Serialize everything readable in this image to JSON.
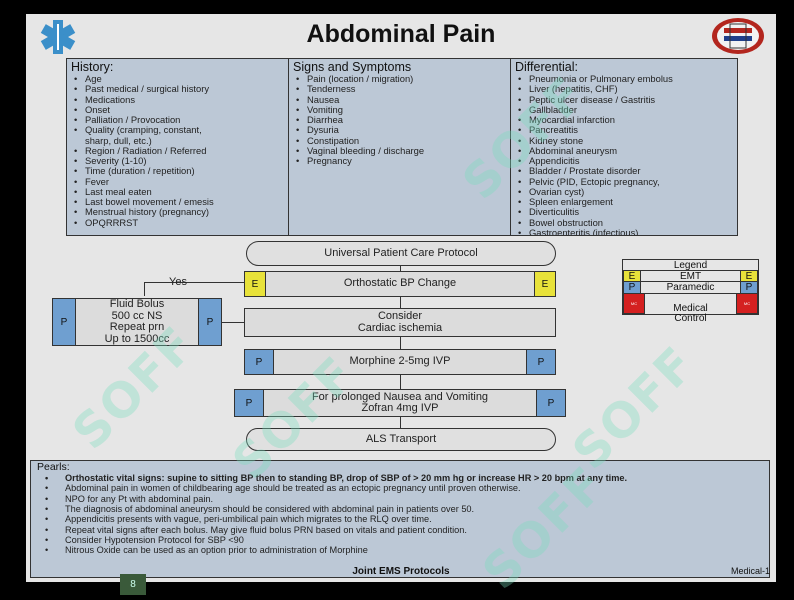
{
  "title": "Abdominal Pain",
  "history": {
    "heading": "History:",
    "items": [
      "Age",
      "Past medical / surgical history",
      "Medications",
      "Onset",
      "Palliation / Provocation",
      "Quality (cramping, constant,\nsharp, dull, etc.)",
      "Region / Radiation / Referred",
      "Severity (1-10)",
      "Time (duration / repetition)",
      "Fever",
      "Last meal eaten",
      "Last bowel movement / emesis",
      "Menstrual history (pregnancy)",
      "OPQRRRST"
    ]
  },
  "signs": {
    "heading": "Signs and Symptoms",
    "items": [
      "Pain (location / migration)",
      "Tenderness",
      "Nausea",
      "Vomiting",
      "Diarrhea",
      "Dysuria",
      "Constipation",
      "Vaginal bleeding / discharge",
      "Pregnancy"
    ]
  },
  "differential": {
    "heading": "Differential:",
    "items": [
      "Pneumonia or Pulmonary embolus",
      "Liver (hepatitis, CHF)",
      "Peptic ulcer disease / Gastritis",
      "Gallbladder",
      "Myocardial infarction",
      "Pancreatitis",
      "Kidney stone",
      "Abdominal aneurysm",
      "Appendicitis",
      "Bladder / Prostate disorder",
      "Pelvic (PID, Ectopic pregnancy,",
      "Ovarian cyst)",
      "Spleen enlargement",
      "Diverticulitis",
      "Bowel obstruction",
      "Gastroenteritis (infectious)"
    ]
  },
  "flow": {
    "upcp": "Universal Patient Care Protocol",
    "orthostatic": "Orthostatic BP Change",
    "yes": "Yes",
    "fluid": "Fluid Bolus\n500 cc NS\nRepeat prn\nUp to 1500cc",
    "consider": "Consider\nCardiac ischemia",
    "morphine": "Morphine 2-5mg IVP",
    "zofran": "For prolonged Nausea and Vomiting\nZofran 4mg IVP",
    "als": "ALS Transport",
    "tag_e": "E",
    "tag_p": "P"
  },
  "legend": {
    "heading": "Legend",
    "emt": "EMT",
    "paramedic": "Paramedic",
    "medical_control": "Medical\nControl",
    "e": "E",
    "p": "P",
    "mc": "MC"
  },
  "pearls": {
    "heading": "Pearls:",
    "items": [
      "Orthostatic vital signs: supine to sitting BP then to standing BP, drop of SBP of > 20 mm hg or increase HR > 20 bpm at any time.",
      "Abdominal pain in women of childbearing age should be treated as an ectopic pregnancy until proven otherwise.",
      "NPO for any Pt with abdominal pain.",
      "The diagnosis of abdominal aneurysm should be considered with abdominal pain in patients over 50.",
      "Appendicitis presents with vague, peri-umbilical pain which migrates to the RLQ over time.",
      "Repeat vital signs after each bolus. May give fluid bolus PRN based on vitals and patient condition.",
      "Consider Hypotension Protocol for SBP <90",
      "Nitrous Oxide can be used as an option prior to administration of Morphine"
    ]
  },
  "footer": "Joint EMS Protocols",
  "page_label": "Medical-1",
  "slide_number": "8",
  "watermark": "SOFF",
  "colors": {
    "emt": "#e8e23a",
    "paramedic": "#6f9fd0",
    "medical_control": "#d42020",
    "panel": "#bcc8d6"
  }
}
